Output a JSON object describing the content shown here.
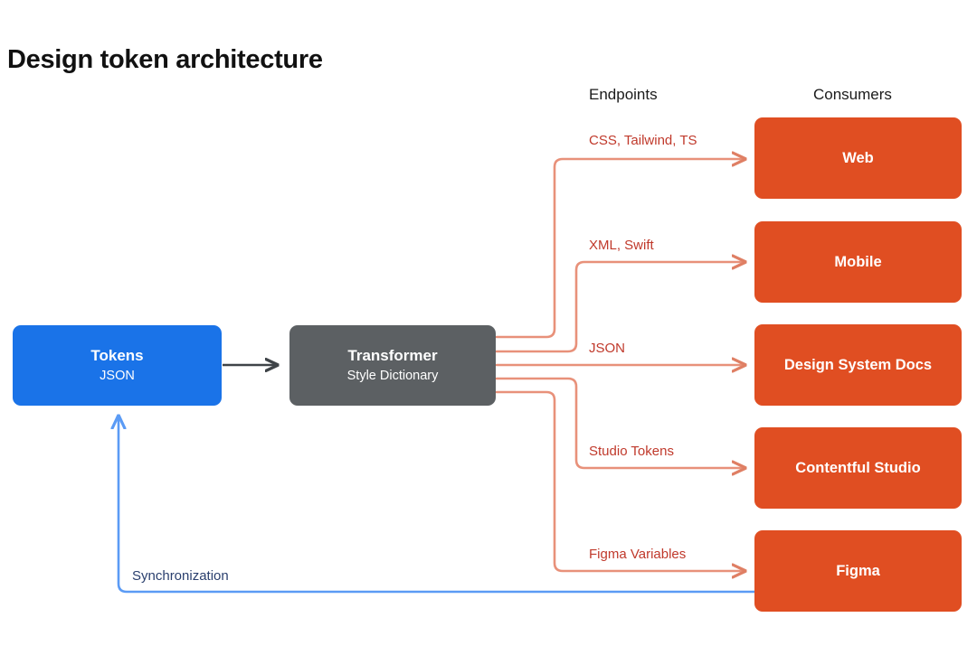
{
  "title": "Design token architecture",
  "columns": {
    "endpoints_header": "Endpoints",
    "consumers_header": "Consumers"
  },
  "colors": {
    "source_blue": "#1a73e8",
    "transformer_gray": "#5c6063",
    "consumer_orange": "#e04e22",
    "wire_orange": "#e8917a",
    "wire_gray": "#3f4448",
    "wire_blue": "#5b9bf5",
    "label_orange": "#c0392b",
    "label_blue": "#2a3f6e",
    "canvas": "#ffffff"
  },
  "nodes": {
    "source": {
      "title": "Tokens",
      "subtitle": "JSON"
    },
    "transformer": {
      "title": "Transformer",
      "subtitle": "Style Dictionary"
    },
    "consumers": [
      {
        "label": "Web"
      },
      {
        "label": "Mobile"
      },
      {
        "label": "Design System Docs"
      },
      {
        "label": "Contentful Studio"
      },
      {
        "label": "Figma"
      }
    ]
  },
  "edges": {
    "endpoint_labels": [
      "CSS, Tailwind, TS",
      "XML, Swift",
      "JSON",
      "Studio Tokens",
      "Figma Variables"
    ],
    "sync_label": "Synchronization"
  }
}
